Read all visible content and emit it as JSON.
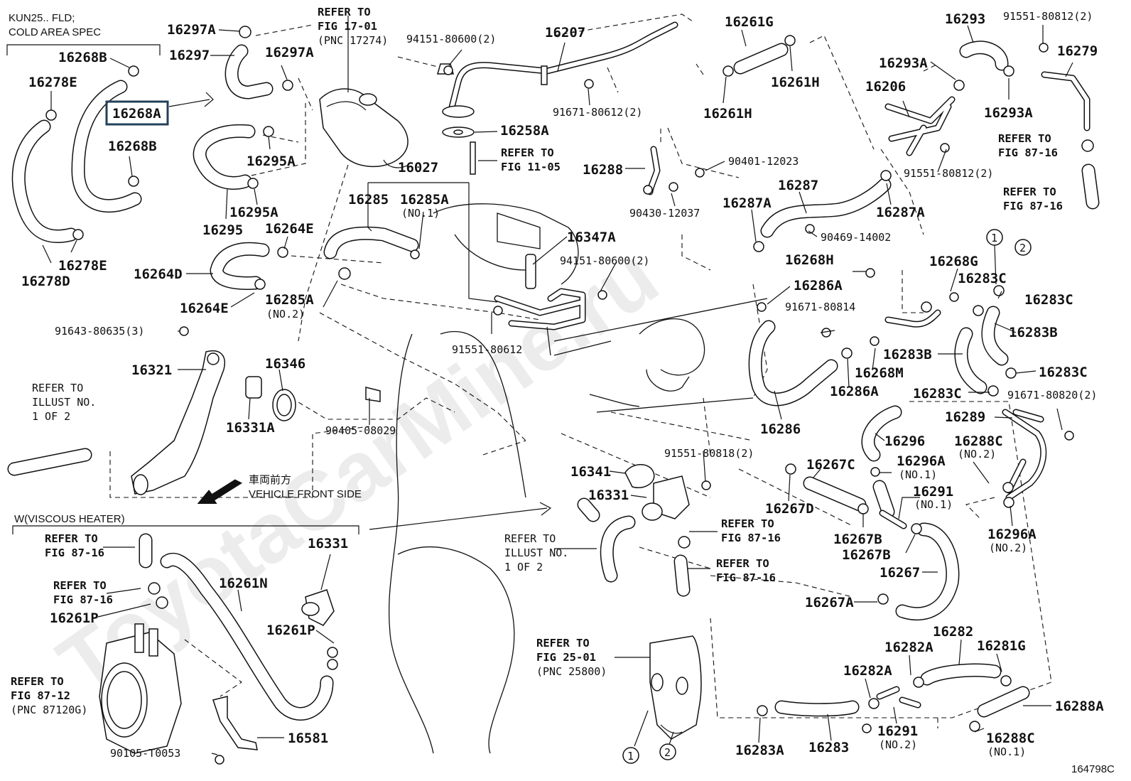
{
  "diagram_code": "164798C",
  "watermark": "ToyotaCarMine.ru",
  "notes": {
    "kun25": [
      "KUN25.. FLD;",
      "COLD AREA SPEC"
    ],
    "viscous_heater": "W(VISCOUS HEATER)",
    "vehicle_front_jp": "車両前方",
    "vehicle_front_en": "VEHICLE FRONT SIDE"
  },
  "circle_markers": [
    "1",
    "2"
  ],
  "refs": {
    "fig1701": [
      "REFER TO",
      "FIG 17-01",
      "(PNC 17274)"
    ],
    "fig1105": [
      "REFER TO",
      "FIG 11-05"
    ],
    "fig8716_a": [
      "REFER TO",
      "FIG 87-16"
    ],
    "fig8716_b": [
      "REFER TO",
      "FIG 87-16"
    ],
    "illust_left": [
      "REFER TO",
      "ILLUST NO.",
      "1 OF 2"
    ],
    "illust_center": [
      "REFER TO",
      "ILLUST NO.",
      "1 OF 2"
    ],
    "fig8716_c": [
      "REFER TO",
      "FIG 87-16"
    ],
    "fig8716_d": [
      "REFER TO",
      "FIG 87-16"
    ],
    "fig8716_e": [
      "REFER TO",
      "FIG 87-16"
    ],
    "fig8716_f": [
      "REFER TO",
      "FIG 87-16"
    ],
    "fig8712": [
      "REFER TO",
      "FIG 87-12",
      "(PNC 87120G)"
    ],
    "fig2501": [
      "REFER TO",
      "FIG 25-01",
      "(PNC 25800)"
    ]
  },
  "parts": {
    "p16297A_1": "16297A",
    "p16297": "16297",
    "p16297A_2": "16297A",
    "p16268B_1": "16268B",
    "p16268A": "16268A",
    "p16278E_1": "16278E",
    "p16268B_2": "16268B",
    "p16278E_2": "16278E",
    "p16278D": "16278D",
    "p16295A_1": "16295A",
    "p16295A_2": "16295A",
    "p16295": "16295",
    "p94151_1": "94151-80600(2)",
    "p16207": "16207",
    "p91671_1": "91671-80612(2)",
    "p16258A": "16258A",
    "p16027": "16027",
    "p16285": "16285",
    "p16285A_1": "16285A",
    "n16285A_1": "(NO.1)",
    "p16264E_1": "16264E",
    "p16264D": "16264D",
    "p16264E_2": "16264E",
    "p16285A_2": "16285A",
    "n16285A_2": "(NO.2)",
    "p16261G": "16261G",
    "p16261H_1": "16261H",
    "p16261H_2": "16261H",
    "p16288": "16288",
    "p90401": "90401-12023",
    "p90430": "90430-12037",
    "p16287": "16287",
    "p16287A_1": "16287A",
    "p16287A_2": "16287A",
    "p90469": "90469-14002",
    "p16347A": "16347A",
    "p94151_2": "94151-80600(2)",
    "p16293": "16293",
    "p91551_1": "91551-80812(2)",
    "p16279": "16279",
    "p16293A_1": "16293A",
    "p16206": "16206",
    "p16293A_2": "16293A",
    "p91551_2": "91551-80812(2)",
    "p16268H": "16268H",
    "p16268G": "16268G",
    "p16283C_1": "16283C",
    "p16283C_2": "16283C",
    "p16286A_1": "16286A",
    "p91671_2": "91671-80814",
    "p16283B_1": "16283B",
    "p16283B_2": "16283B",
    "p16268M": "16268M",
    "p16283C_3": "16283C",
    "p16286A_2": "16286A",
    "p16283C_4": "16283C",
    "p91671_3": "91671-80820(2)",
    "p16286": "16286",
    "p16289": "16289",
    "p91643": "91643-80635(3)",
    "p16321": "16321",
    "p16346": "16346",
    "p16331A": "16331A",
    "p91551_3": "91551-80612",
    "p90405": "90405-08029",
    "p16296": "16296",
    "p16288C_1": "16288C",
    "n16288C_1": "(NO.2)",
    "p16341": "16341",
    "p91551_4": "91551-80818(2)",
    "p16267C": "16267C",
    "p16296A_1": "16296A",
    "n16296A_1": "(NO.1)",
    "p16331_1": "16331",
    "p16291_1": "16291",
    "n16291_1": "(NO.1)",
    "p16267D": "16267D",
    "p16296A_2": "16296A",
    "n16296A_2": "(NO.2)",
    "p16267B_1": "16267B",
    "p16267B_2": "16267B",
    "p16267": "16267",
    "p16267A": "16267A",
    "p16331_2": "16331",
    "p16261N": "16261N",
    "p16261P_1": "16261P",
    "p16261P_2": "16261P",
    "p16581": "16581",
    "p90105": "90105-T0053",
    "p16282": "16282",
    "p16282A_1": "16282A",
    "p16281G": "16281G",
    "p16282A_2": "16282A",
    "p16288A": "16288A",
    "p16291_2": "16291",
    "n16291_2": "(NO.2)",
    "p16288C_2": "16288C",
    "n16288C_2": "(NO.1)",
    "p16283A": "16283A",
    "p16283": "16283"
  }
}
